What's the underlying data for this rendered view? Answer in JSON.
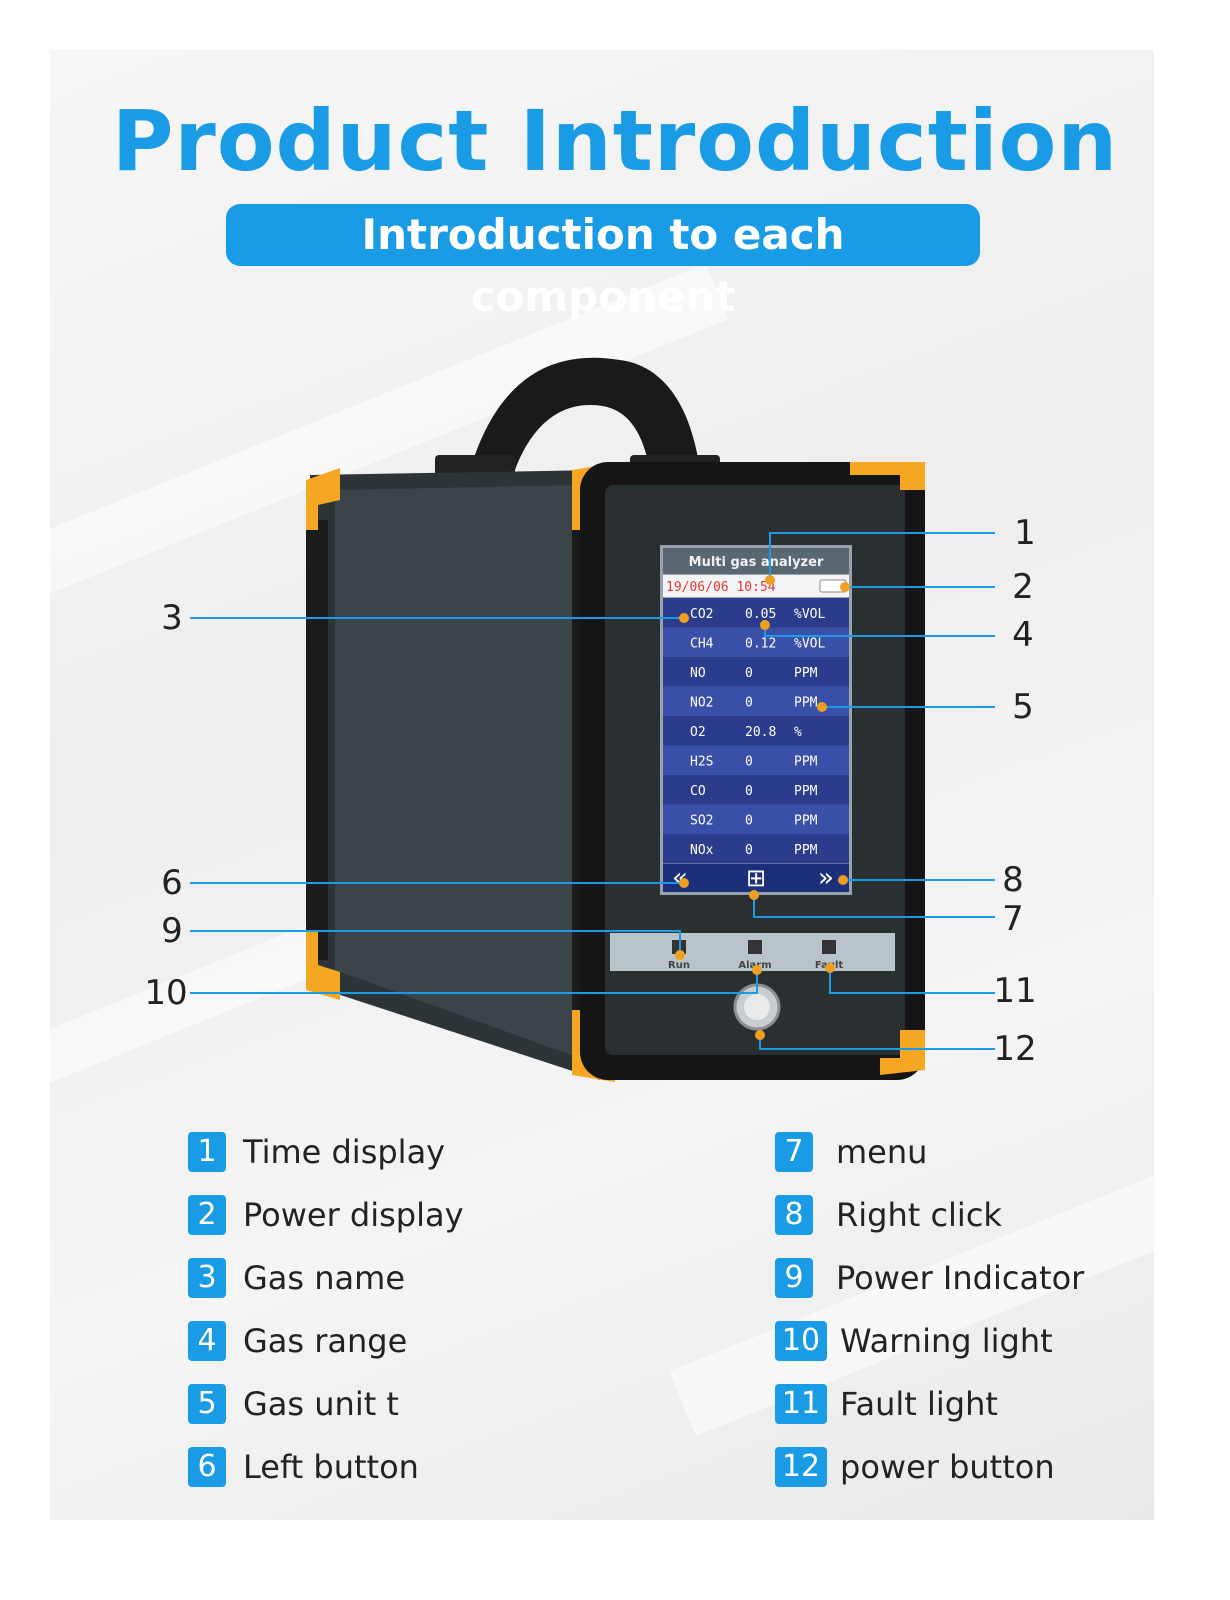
{
  "header": {
    "title": "Product Introduction",
    "subtitle": "Introduction to each component"
  },
  "screen": {
    "header": "Multi gas analyzer",
    "datetime": "19/06/06 10:54",
    "rows": [
      {
        "gas": "CO2",
        "value": "0.05",
        "unit": "%VOL"
      },
      {
        "gas": "CH4",
        "value": "0.12",
        "unit": "%VOL"
      },
      {
        "gas": "NO",
        "value": "0",
        "unit": "PPM"
      },
      {
        "gas": "NO2",
        "value": "0",
        "unit": "PPM"
      },
      {
        "gas": "O2",
        "value": "20.8",
        "unit": "%"
      },
      {
        "gas": "H2S",
        "value": "0",
        "unit": "PPM"
      },
      {
        "gas": "CO",
        "value": "0",
        "unit": "PPM"
      },
      {
        "gas": "SO2",
        "value": "0",
        "unit": "PPM"
      },
      {
        "gas": "NOx",
        "value": "0",
        "unit": "PPM"
      }
    ],
    "nav": {
      "left": "«",
      "menu": "⊞",
      "right": "»"
    }
  },
  "indicators": {
    "run": "Run",
    "alarm": "Alarm",
    "fault": "Fault"
  },
  "callouts": [
    "1",
    "2",
    "3",
    "4",
    "5",
    "6",
    "7",
    "8",
    "9",
    "10",
    "11",
    "12"
  ],
  "legend": {
    "left": [
      {
        "num": "1",
        "label": "Time display"
      },
      {
        "num": "2",
        "label": "Power display"
      },
      {
        "num": "3",
        "label": "Gas name"
      },
      {
        "num": "4",
        "label": "Gas range"
      },
      {
        "num": "5",
        "label": "Gas unit t"
      },
      {
        "num": "6",
        "label": "Left button"
      }
    ],
    "right": [
      {
        "num": "7",
        "label": "menu"
      },
      {
        "num": "8",
        "label": "Right click"
      },
      {
        "num": "9",
        "label": "Power Indicator"
      },
      {
        "num": "10",
        "label": "Warning light"
      },
      {
        "num": "11",
        "label": "Fault light"
      },
      {
        "num": "12",
        "label": "power button"
      }
    ]
  },
  "colors": {
    "accent": "#1a9be6",
    "callout_dot": "#f0a020",
    "device_trim": "#f5a623"
  }
}
